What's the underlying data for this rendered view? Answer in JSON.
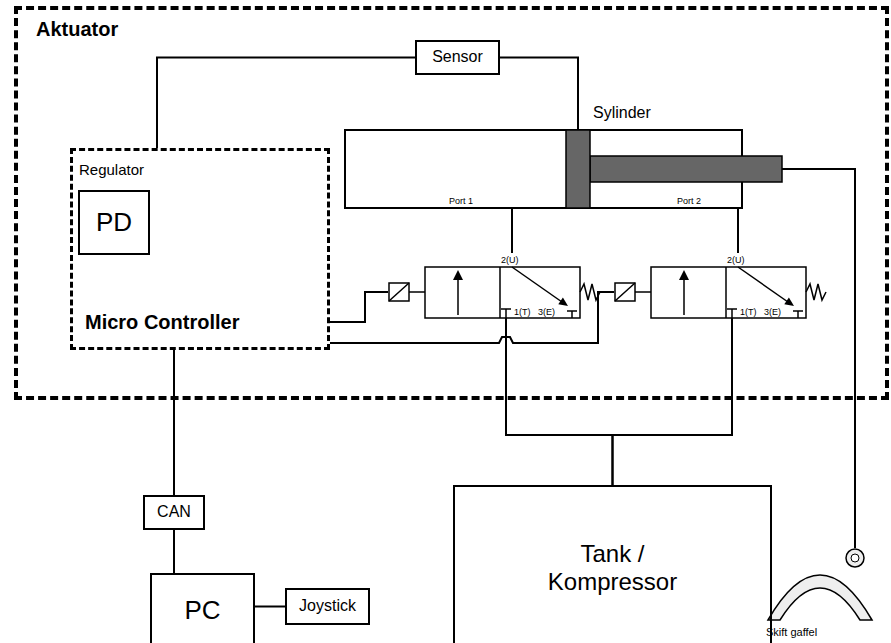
{
  "diagram": {
    "nodes": [
      {
        "text": [
          "Aktuator"
        ]
      },
      {
        "text": [
          "Sensor"
        ],
        "in": 0
      },
      {
        "text": [
          "Regulator",
          "Micro Controller"
        ],
        "in": 0
      },
      {
        "text": [
          "PD"
        ],
        "in": 2
      },
      {
        "text": [
          "Sylinder",
          "Port 1",
          "Port 2"
        ],
        "in": 0
      },
      {
        "text": [
          "2(U)",
          "1(T)",
          "3(E)"
        ],
        "in": 0
      },
      {
        "text": [
          "2(U)",
          "1(T)",
          "3(E)"
        ],
        "in": 0
      },
      {
        "text": [
          "CAN"
        ]
      },
      {
        "text": [
          "PC"
        ]
      },
      {
        "text": [
          "Joystick"
        ]
      },
      {
        "text": [
          "Tank / Kompressor"
        ]
      },
      {
        "text": [
          "Skift gaffel"
        ]
      }
    ],
    "edges": [
      {
        "from": 2,
        "to": 1,
        "arrow": "none"
      },
      {
        "from": 1,
        "to": 4,
        "arrow": "none"
      },
      {
        "from": 2,
        "to": 5,
        "arrow": "none"
      },
      {
        "from": 2,
        "to": 6,
        "arrow": "none"
      },
      {
        "from": 4,
        "to": 5,
        "arrow": "none"
      },
      {
        "from": 4,
        "to": 6,
        "arrow": "none"
      },
      {
        "from": 10,
        "to": 5,
        "arrow": "none"
      },
      {
        "from": 10,
        "to": 6,
        "arrow": "none"
      },
      {
        "from": 2,
        "to": 7,
        "arrow": "none"
      },
      {
        "from": 7,
        "to": 8,
        "arrow": "none"
      },
      {
        "from": 8,
        "to": 9,
        "arrow": "none"
      },
      {
        "from": 4,
        "to": 11,
        "arrow": "none"
      }
    ]
  }
}
